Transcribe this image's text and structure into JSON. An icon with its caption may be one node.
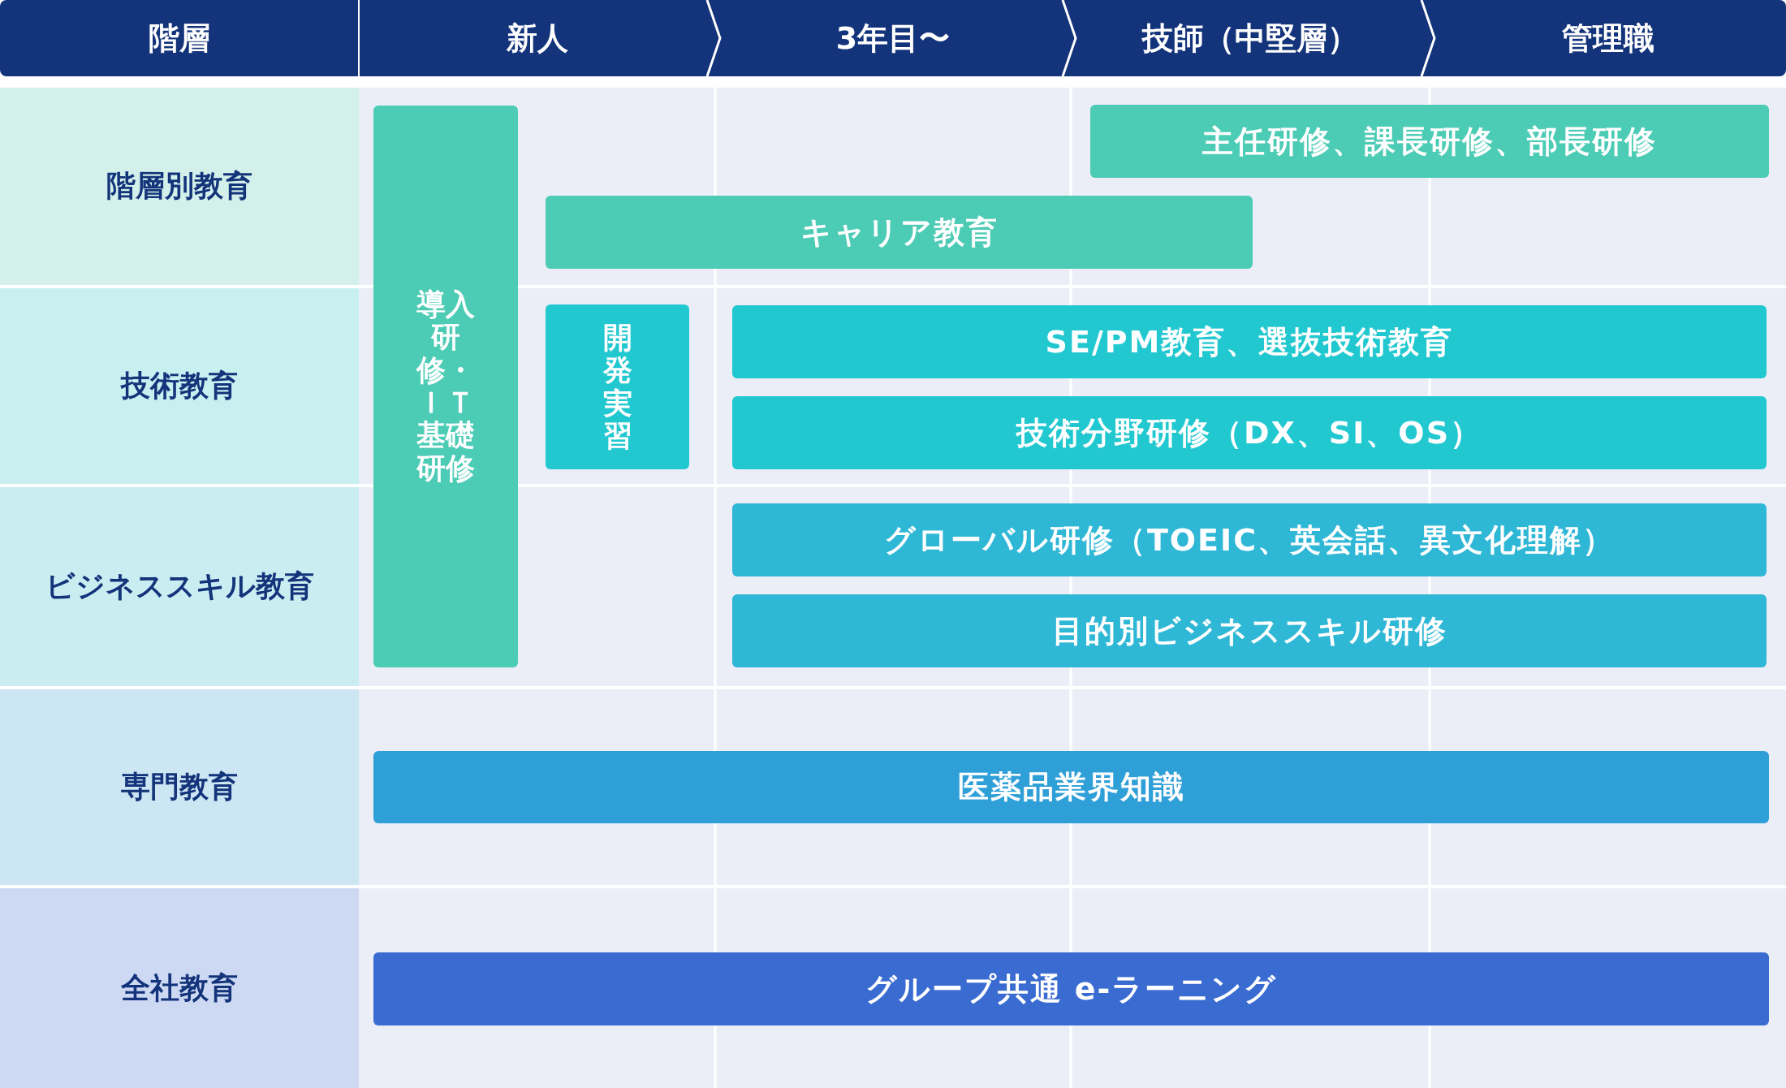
{
  "diagram": {
    "nodes": [
      {
        "text": [
          "階層"
        ]
      },
      {
        "text": [
          "新人"
        ]
      },
      {
        "text": [
          "3年目〜"
        ]
      },
      {
        "text": [
          "技師（中堅層）"
        ]
      },
      {
        "text": [
          "管理職"
        ]
      },
      {
        "text": [
          "階層別教育"
        ]
      },
      {
        "text": [
          "技術教育"
        ]
      },
      {
        "text": [
          "ビジネススキル教育"
        ]
      },
      {
        "text": [
          "専門教育"
        ]
      },
      {
        "text": [
          "全社教育"
        ]
      },
      {
        "text": [
          "導入研修・ＩＴ基礎研修"
        ]
      },
      {
        "text": [
          "主任研修、課長研修、部長研修"
        ]
      },
      {
        "text": [
          "キャリア教育"
        ]
      },
      {
        "text": [
          "開発実習"
        ]
      },
      {
        "text": [
          "SE/PM教育、選抜技術教育"
        ]
      },
      {
        "text": [
          "技術分野研修（DX、SI、OS）"
        ]
      },
      {
        "text": [
          "グローバル研修（TOEIC、英会話、異文化理解）"
        ]
      },
      {
        "text": [
          "目的別ビジネススキル研修"
        ]
      },
      {
        "text": [
          "医薬品業界知識"
        ]
      },
      {
        "text": [
          "グループ共通 e-ラーニング"
        ]
      }
    ]
  }
}
